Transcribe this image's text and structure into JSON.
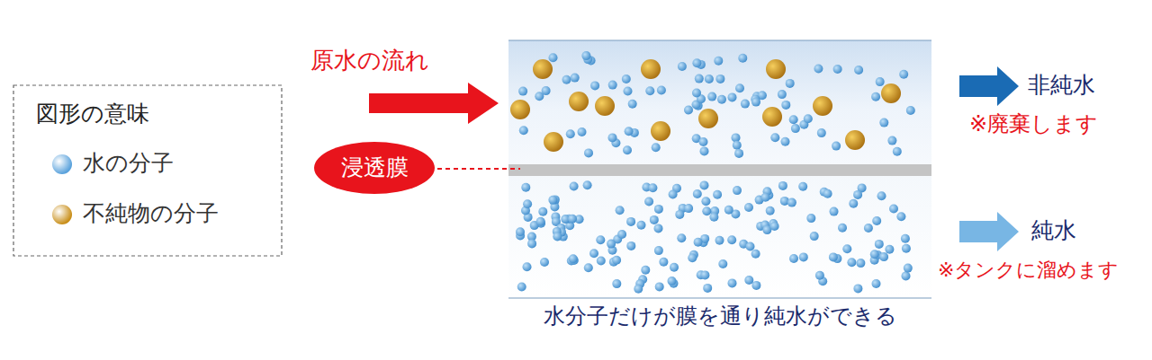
{
  "diagram": {
    "caption": "水分子だけが膜を通り純水ができる",
    "nodes": [
      {
        "text": [
          "浸透膜"
        ]
      }
    ],
    "labels": [
      "図形の意味",
      "原水の流れ",
      "非純水",
      "※廃棄します",
      "純水",
      "※タンクに溜めます"
    ],
    "legend": [
      {
        "text": "水の分子",
        "color": "#5aa2dc"
      },
      {
        "text": "不純物の分子",
        "color": "#c98f1a"
      }
    ]
  }
}
